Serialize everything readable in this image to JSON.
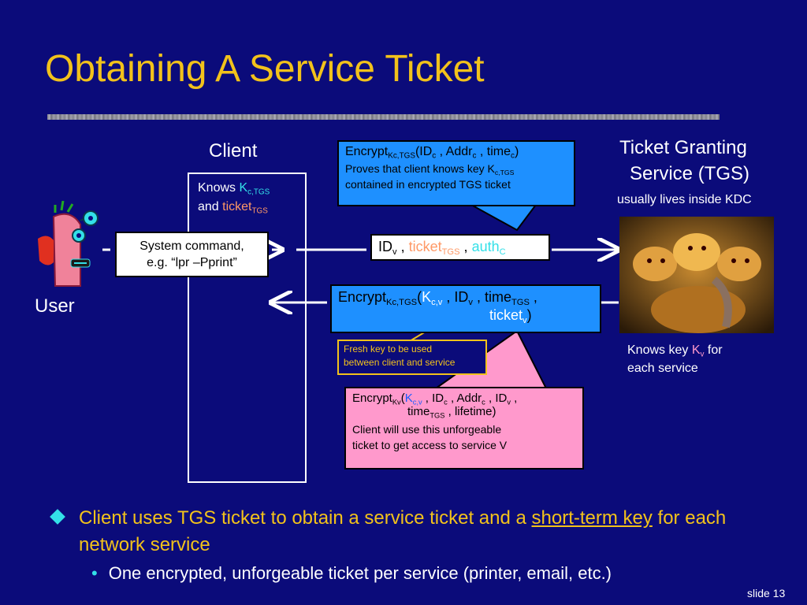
{
  "title": "Obtaining A Service Ticket",
  "client_label": "Client",
  "tgs_label_line1": "Ticket Granting",
  "tgs_label_line2": "Service (TGS)",
  "tgs_note": "usually lives inside KDC",
  "user_label": "User",
  "client_knows": {
    "line1": "Knows ",
    "key": "K",
    "key_sub": "c,TGS",
    "and": "and ",
    "ticket": "ticket",
    "ticket_sub": "TGS"
  },
  "command_box": {
    "line1": "System command,",
    "line2": "e.g. “lpr –Pprint”"
  },
  "request": {
    "id": "ID",
    "id_sub": "v",
    "sep1": " , ",
    "ticket": "ticket",
    "ticket_sub": "TGS",
    "sep2": " , ",
    "auth": "auth",
    "auth_sub": "C"
  },
  "note_callout": {
    "encrypt": "Encrypt",
    "encrypt_sub": "Kc,TGS",
    "open": "(ID",
    "id_sub": "c",
    "addr": " , Addr",
    "addr_sub": "c",
    "time": " , time",
    "time_sub": "c",
    "close": ")",
    "line2a": "Proves that client knows key K",
    "line2_sub": "c,TGS",
    "line3": "contained in encrypted TGS ticket"
  },
  "response": {
    "encrypt": "Encrypt",
    "encrypt_sub": "Kc,TGS",
    "open": "(",
    "key": "K",
    "key_sub": "c,v",
    "id": " , ID",
    "id_sub": "v",
    "time": " , time",
    "time_sub": "TGS",
    "comma": " ,",
    "ticket": "ticket",
    "ticket_sub": "v",
    "close": ")"
  },
  "fresh_key_note": {
    "line1": "Fresh key to be used",
    "line2": "between client and service"
  },
  "service_ticket": {
    "encrypt": "Encrypt",
    "encrypt_sub": "Kv",
    "open": "(",
    "key": "K",
    "key_sub": "c,v",
    "idc": " , ID",
    "idc_sub": "c",
    "addr": " , Addr",
    "addr_sub": "c",
    "idv": " , ID",
    "idv_sub": "v",
    "comma": " ,",
    "time": "time",
    "time_sub": "TGS",
    "lifetime": " , lifetime)",
    "line3": "Client will use this unforgeable",
    "line4": "ticket to get access to service V"
  },
  "tgs_knows": {
    "line1a": "Knows key ",
    "key": "K",
    "key_sub": "v",
    "line1b": " for",
    "line2": "each service"
  },
  "bullets": {
    "main_a": "Client uses TGS ticket to obtain a service ticket and a ",
    "main_link": "short-term key",
    "main_b": " for each network service",
    "sub": "One encrypted, unforgeable ticket per service (printer, email, etc.)"
  },
  "slide_number": "slide 13",
  "colors": {
    "background": "#0b0b7a",
    "title": "#f2c21b",
    "callout_blue": "#1e90ff",
    "callout_pink": "#ff99cc",
    "accent_cyan": "#33e0e8",
    "accent_orange": "#ff9966"
  }
}
